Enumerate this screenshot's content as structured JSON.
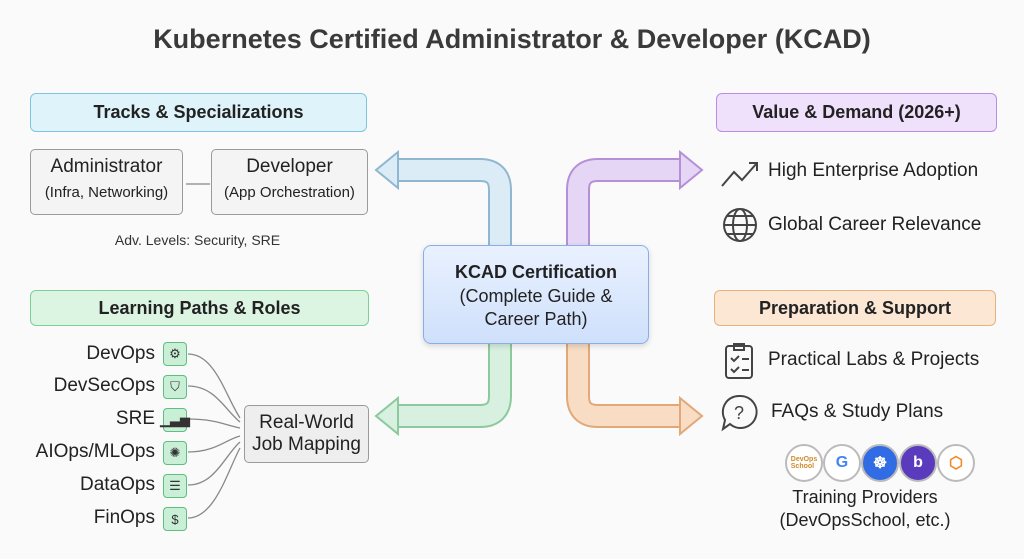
{
  "title": "Kubernetes Certified Administrator & Developer (KCAD)",
  "center": {
    "title": "KCAD Certification",
    "subtitle1": "(Complete Guide &",
    "subtitle2": "Career Path)"
  },
  "tracks": {
    "header": "Tracks & Specializations",
    "admin": "Administrator",
    "admin_sub": "(Infra, Networking)",
    "dev": "Developer",
    "dev_sub": "(App Orchestration)",
    "adv": "Adv. Levels: Security, SRE"
  },
  "learning": {
    "header": "Learning Paths & Roles",
    "items": [
      "DevOps",
      "DevSecOps",
      "SRE",
      "AIOps/MLOps",
      "DataOps",
      "FinOps"
    ],
    "job1": "Real-World",
    "job2": "Job Mapping"
  },
  "value": {
    "header": "Value & Demand (2026+)",
    "items": [
      "High Enterprise Adoption",
      "Global Career Relevance"
    ]
  },
  "prep": {
    "header": "Preparation & Support",
    "items": [
      "Practical Labs & Projects",
      "FAQs & Study Plans"
    ],
    "providers1": "Training Providers",
    "providers2": "(DevOpsSchool, etc.)",
    "logos": [
      "DevOps School",
      "G",
      "K8s",
      "B",
      "H"
    ]
  }
}
